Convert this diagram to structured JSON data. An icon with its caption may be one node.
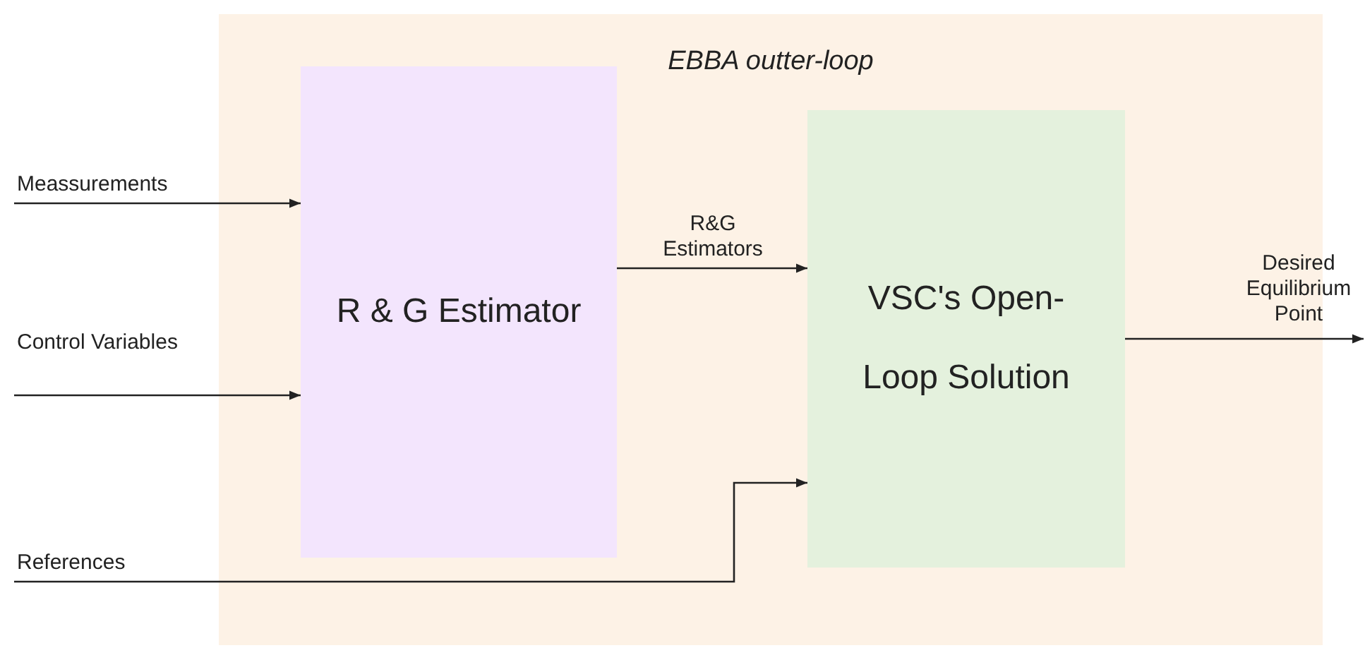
{
  "diagram": {
    "nodes": [
      {
        "text": [
          "EBBA outter-loop"
        ]
      },
      {
        "text": [
          "R & G Estimator"
        ],
        "in": 0
      },
      {
        "text": [
          "VSC's Open-Loop Solution"
        ],
        "in": 0
      }
    ],
    "edges": [
      {
        "from": null,
        "to": 1,
        "arrow": "to",
        "label": "Meassurements"
      },
      {
        "from": null,
        "to": 1,
        "arrow": "to",
        "label": "Control Variables"
      },
      {
        "from": 1,
        "to": 2,
        "arrow": "to",
        "label": "R&G Estimators"
      },
      {
        "from": null,
        "to": 2,
        "arrow": "to",
        "label": "References"
      },
      {
        "from": 2,
        "to": null,
        "arrow": "to",
        "label": "Desired Equilibrium Point"
      }
    ]
  }
}
